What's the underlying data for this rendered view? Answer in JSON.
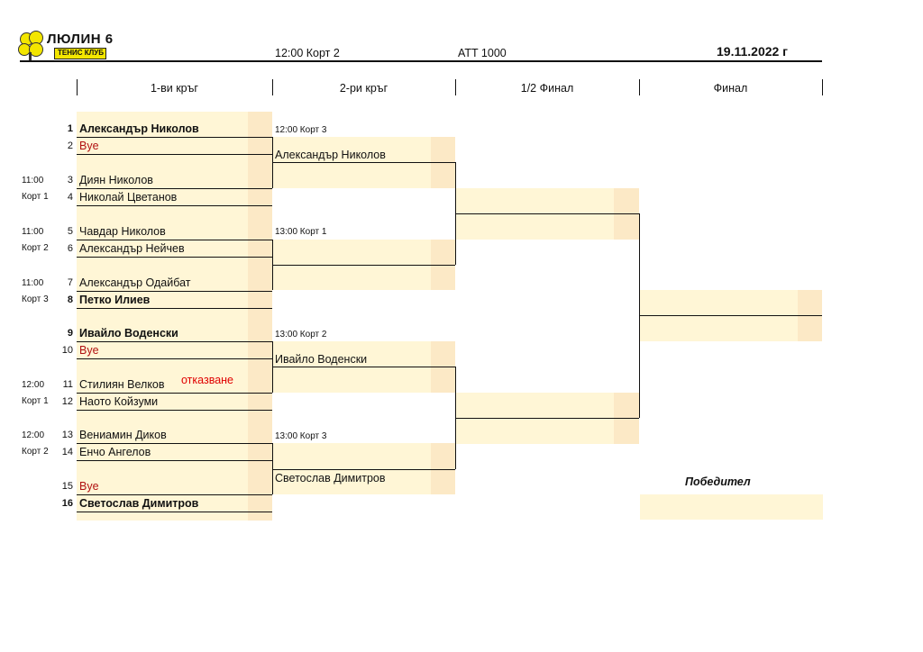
{
  "header": {
    "club_name": "ЛЮЛИН 6",
    "club_subtitle": "ТЕНИС КЛУБ",
    "time_court": "12:00  Корт 2",
    "tournament": "ATT 1000",
    "date": "19.11.2022 г"
  },
  "rounds": [
    "1-ви кръг",
    "2-ри кръг",
    "1/2 Финал",
    "Финал"
  ],
  "draw": [
    {
      "n": "1",
      "name": "Александър Николов",
      "bold": true
    },
    {
      "n": "2",
      "name": "Bye",
      "bye": true
    },
    {
      "n": "3",
      "name": "Диян Николов"
    },
    {
      "n": "4",
      "name": "Николай Цветанов"
    },
    {
      "n": "5",
      "name": "Чавдар Николов"
    },
    {
      "n": "6",
      "name": "Александър Нейчев"
    },
    {
      "n": "7",
      "name": "Александър Одайбат"
    },
    {
      "n": "8",
      "name": "Петко Илиев",
      "bold": true
    },
    {
      "n": "9",
      "name": "Ивайло Воденски",
      "bold": true
    },
    {
      "n": "10",
      "name": "Bye",
      "bye": true
    },
    {
      "n": "11",
      "name": "Стилиян Велков"
    },
    {
      "n": "12",
      "name": "Наото Койзуми"
    },
    {
      "n": "13",
      "name": "Вениамин Диков"
    },
    {
      "n": "14",
      "name": "Енчо Ангелов"
    },
    {
      "n": "15",
      "name": "Bye",
      "bye": true
    },
    {
      "n": "16",
      "name": "Светослав Димитров",
      "bold": true
    }
  ],
  "withdrawal_note": "отказване",
  "schedule_left": [
    {
      "time": "11:00",
      "court": "Корт 1"
    },
    {
      "time": "11:00",
      "court": "Корт 2"
    },
    {
      "time": "11:00",
      "court": "Корт 3"
    },
    {
      "time": "12:00",
      "court": "Корт 1"
    },
    {
      "time": "12:00",
      "court": "Корт 2"
    }
  ],
  "round2_schedule": [
    "12:00  Корт 3",
    "13:00  Корт 1",
    "13:00  Корт 2",
    "13:00  Корт 3"
  ],
  "round2_winners": [
    "Александър Николов",
    "Ивайло Воденски",
    "Светослав Димитров"
  ],
  "winner_label": "Победител"
}
